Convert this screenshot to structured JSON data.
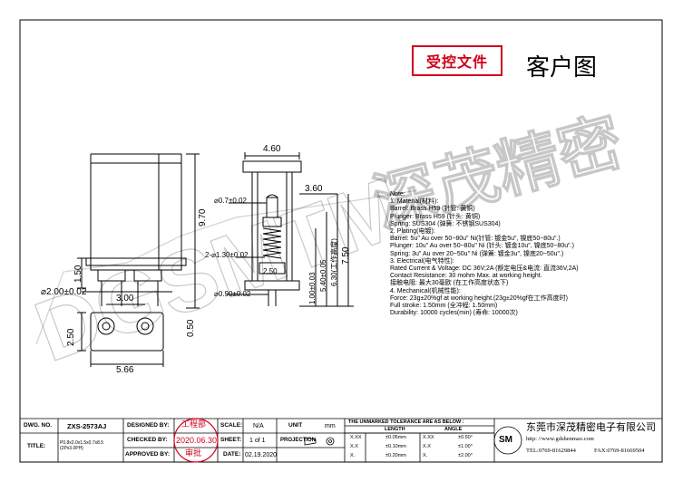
{
  "header": {
    "stamp": "受控文件",
    "title": "客户图"
  },
  "watermark": {
    "logo_text": "DGSMTM",
    "company_short": "深茂精密"
  },
  "left_view": {
    "dims": {
      "height_total": "9.70",
      "height_lower": "1.50",
      "dia_base": "⌀2.00±0.02",
      "offset": "0.50",
      "pitch": "3.00",
      "width": "5.66",
      "depth": "2.50"
    }
  },
  "section_view": {
    "dims": {
      "top_width": "4.60",
      "plunger_width": "3.60",
      "dia_tip": "⌀0.7±0.02",
      "dia_holes": "2-⌀1.30±0.02",
      "inner_width": "2.50",
      "dia_pin": "⌀0.90±0.02",
      "h_1": "1.00±0.03",
      "h_2": "5.40±0.05",
      "h_3": "6.30(工作高度)",
      "h_4": "7.50"
    }
  },
  "notes": [
    "Note:",
    "1. Material(材料):",
    "    Barrel: Brass H59 (针管: 黄铜)",
    "    Plunger: Brass H59  (针头: 黄铜)",
    "    Spring: SUS304    (弹簧: 不锈钢SUS304)",
    "2. Plating(电镀):",
    "    Barrel: 5u\" Au over 50~80u\" Ni(针管: 镀金5u\", 镍底50~80u\".)",
    "    Plunger: 10u\" Au over 50~80u\" Ni (针头: 镀金10u\", 镍底50~80u\".)",
    "    Spring: 3u\" Au over 20~50u\" Ni  (弹簧: 镀金3u\", 镍底20~50u\".)",
    "3. Electrical(电气特性):",
    "    Rated Current & Voltage: DC 36V;2A (额定电压&电流: 直流36V,2A)",
    "    Contact Resistance: 30 mohm Max. at working height.",
    "    接触电阻: 最大30毫欧 (在工作高度状态下)",
    "4. Mechanical(机械性能):",
    "    Force: 23g±20%gf at working height.(23g±20%gf在工作高度时)",
    "    Full stroke: 1.50mm (全冲程: 1.50mm)",
    "    Durability: 10000 cycles(min) (寿命: 10000次)"
  ],
  "title_block": {
    "dwg_no_label": "DWG. NO.",
    "dwg_no": "ZXS-2573AJ",
    "title_label": "TITLE:",
    "title_value": "P0.8x2.0x1.5x0.7x8.5 (2Px3.0PH)",
    "designed_by_label": "DESIGNED BY:",
    "designed_by": "工程部",
    "checked_by_label": "CHECKED BY:",
    "checked_by": "2020.06.30",
    "approved_by_label": "APPROVED BY:",
    "approved_by": "审批",
    "scale_label": "SCALE:",
    "scale": "N/A",
    "sheet_label": "SHEET:",
    "sheet": "1 of 1",
    "date_label": "DATE:",
    "date": "02.19.2020",
    "unit_label": "UNIT",
    "unit": "mm",
    "projection_label": "PROJECTION",
    "tolerance_header": "THE UNMARKED TOLERANCE ARE AS BELOW :",
    "length_label": "LENGTH",
    "angle_label": "ANGLE",
    "tolerances": [
      {
        "k": "X.XX",
        "len": "±0.05mm",
        "ang_k": "X.XX",
        "ang": "±0.50°"
      },
      {
        "k": "X.X",
        "len": "±0.10mm",
        "ang_k": "X.X",
        "ang": "±1.00°"
      },
      {
        "k": "X.",
        "len": "±0.20mm",
        "ang_k": "X.",
        "ang": "±2.00°"
      }
    ],
    "company_logo": "SM",
    "company_name": "东莞市深茂精密电子有限公司",
    "website": "http: //www.gdshenmao.com",
    "tel": "TEL:0769-81629844",
    "fax": "FAX:0769-81669504"
  }
}
